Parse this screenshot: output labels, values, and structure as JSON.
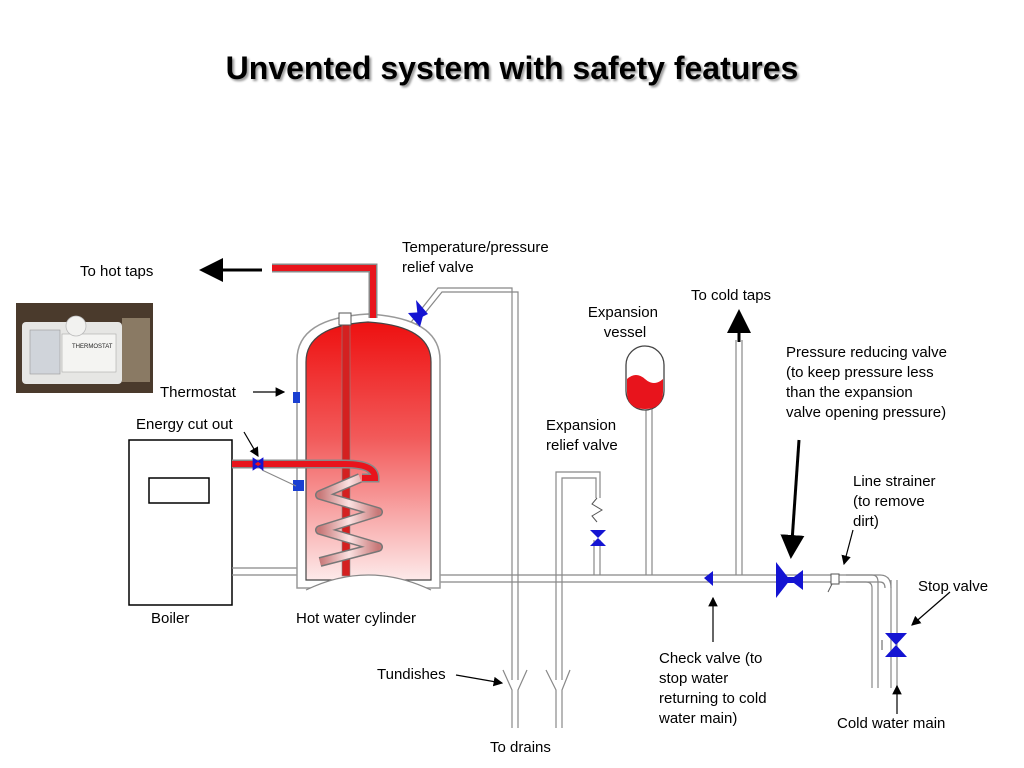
{
  "title": "Unvented system with safety features",
  "labels": {
    "to_hot_taps": "To hot taps",
    "tpr_valve": [
      "Temperature/pressure",
      "relief valve"
    ],
    "to_cold_taps": "To cold taps",
    "expansion_vessel": [
      "Expansion",
      "vessel"
    ],
    "pressure_reducing_valve": [
      "Pressure reducing valve",
      "(to keep pressure less",
      "than the expansion",
      "valve opening pressure)"
    ],
    "thermostat": "Thermostat",
    "energy_cut_out": "Energy cut out",
    "expansion_relief_valve": [
      "Expansion",
      "relief valve"
    ],
    "line_strainer": [
      "Line strainer",
      "(to remove",
      "dirt)"
    ],
    "stop_valve": "Stop valve",
    "boiler": "Boiler",
    "hot_water_cylinder": "Hot water cylinder",
    "tundishes": "Tundishes",
    "check_valve": [
      "Check valve (to",
      "stop water",
      "returning to cold",
      "water main)"
    ],
    "cold_water_main": "Cold water main",
    "to_drains": "To drains",
    "thermostat_photo_text": "THERMOSTAT"
  },
  "colors": {
    "hot_pipe": "#e8141c",
    "valve": "#1414d2",
    "sensor": "#1a3fd1",
    "pipe_outline": "#888888"
  }
}
